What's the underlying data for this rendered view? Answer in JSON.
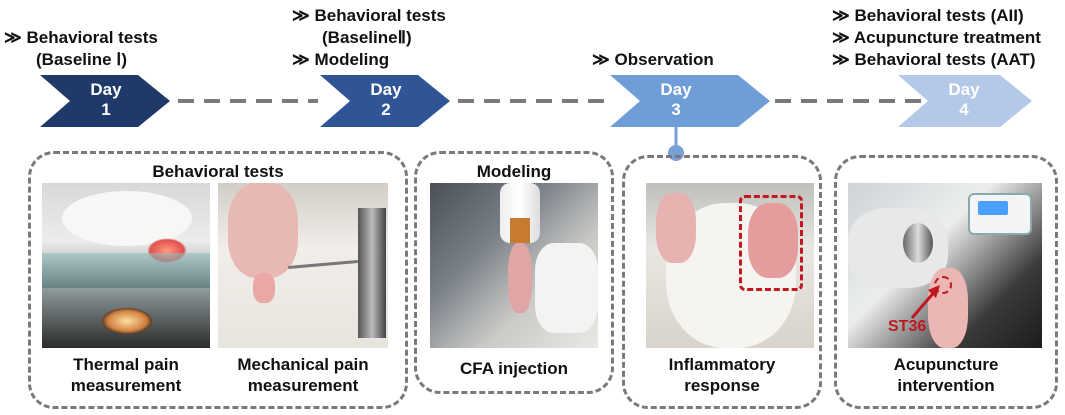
{
  "timeline": {
    "days": [
      {
        "label": "Day",
        "num": "1",
        "color": "#1f3a68"
      },
      {
        "label": "Day",
        "num": "2",
        "color": "#2f5597"
      },
      {
        "label": "Day",
        "num": "3",
        "color": "#6f9dd8"
      },
      {
        "label": "Day",
        "num": "4",
        "color": "#b4c9e8"
      }
    ],
    "headers": {
      "day1": [
        "Behavioral tests",
        "(Baseline Ⅰ)"
      ],
      "day2": [
        "Behavioral tests",
        "(BaselineⅡ)",
        "Modeling"
      ],
      "day3": [
        "Observation"
      ],
      "day4": [
        "Behavioral tests (AII)",
        "Acupuncture treatment",
        "Behavioral tests (AAT)"
      ]
    },
    "chevron_glyph": "≫"
  },
  "panels": {
    "behavioral": {
      "title": "Behavioral tests",
      "captions": [
        [
          "Thermal pain",
          "measurement"
        ],
        [
          "Mechanical pain",
          "measurement"
        ]
      ]
    },
    "modeling": {
      "title": "Modeling",
      "caption": [
        "CFA injection"
      ]
    },
    "observation": {
      "caption": [
        "Inflammatory",
        "response"
      ]
    },
    "acupuncture": {
      "caption": [
        "Acupuncture",
        "intervention"
      ],
      "point_label": "ST36"
    }
  },
  "colors": {
    "dash": "#7a7a7a",
    "accent_red": "#c0181f"
  }
}
